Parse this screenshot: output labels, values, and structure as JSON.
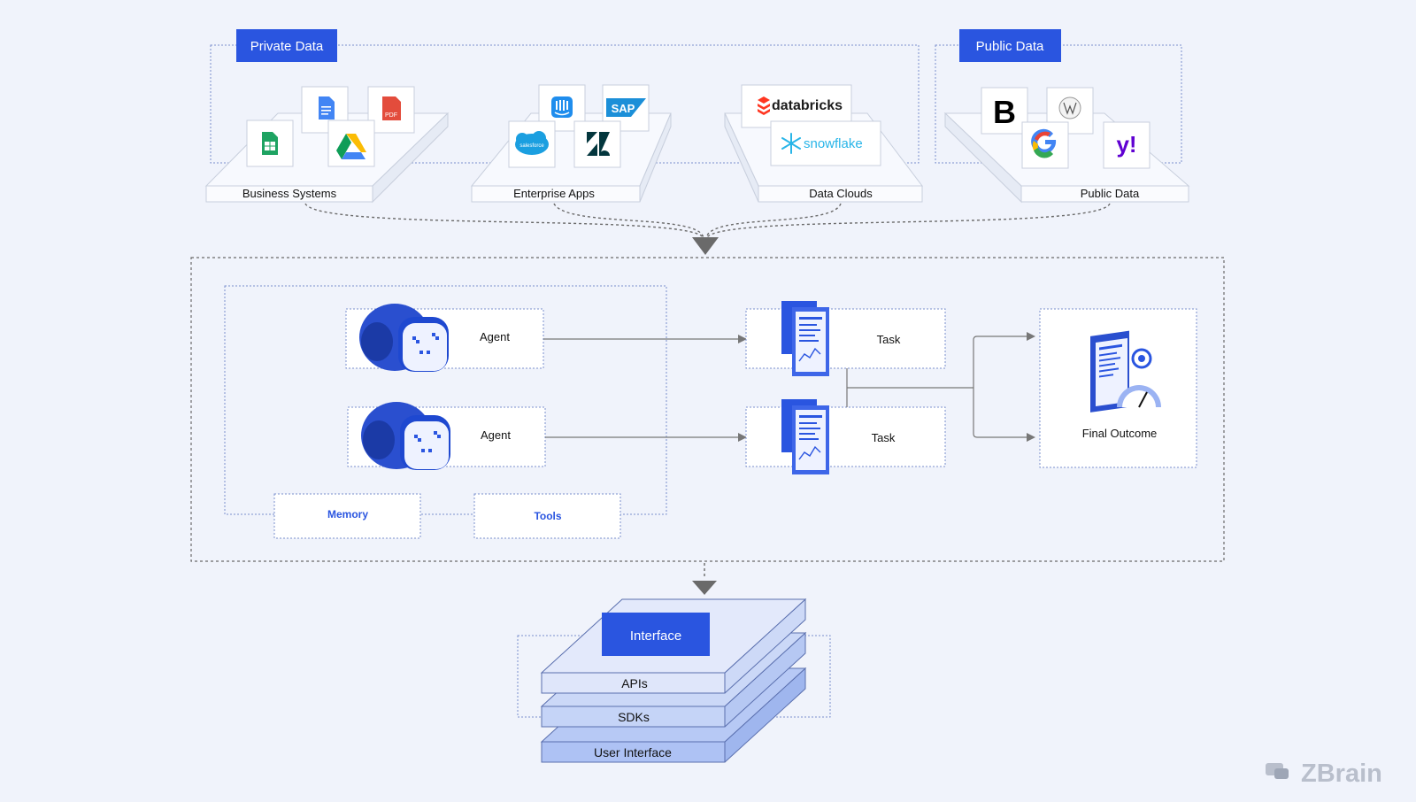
{
  "header": {
    "private_data_tag": "Private Data",
    "public_data_tag": "Public Data"
  },
  "sources": {
    "business_systems": "Business Systems",
    "enterprise_apps": "Enterprise Apps",
    "data_clouds": "Data Clouds",
    "public_data": "Public Data"
  },
  "logos": {
    "pdf": "PDF",
    "sap": "SAP",
    "salesforce": "salesforce",
    "databricks": "databricks",
    "snowflake": "snowflake",
    "bloomberg": "B",
    "google": "G",
    "yahoo": "y!"
  },
  "agents": {
    "agent_1": "Agent",
    "agent_2": "Agent",
    "memory": "Memory",
    "tools": "Tools"
  },
  "tasks": {
    "task_1": "Task",
    "task_2": "Task",
    "final_outcome": "Final Outcome"
  },
  "interface": {
    "tag": "Interface",
    "layers": [
      "APIs",
      "SDKs",
      "User Interface"
    ]
  },
  "brand": {
    "name": "ZBrain"
  },
  "colors": {
    "accent": "#2a55e0",
    "background": "#f0f3fb",
    "border_dotted": "#6f86c9",
    "layer_top": "#dfe6fa",
    "layer_mid": "#c9d6f7",
    "layer_bottom": "#b3c7f6"
  }
}
